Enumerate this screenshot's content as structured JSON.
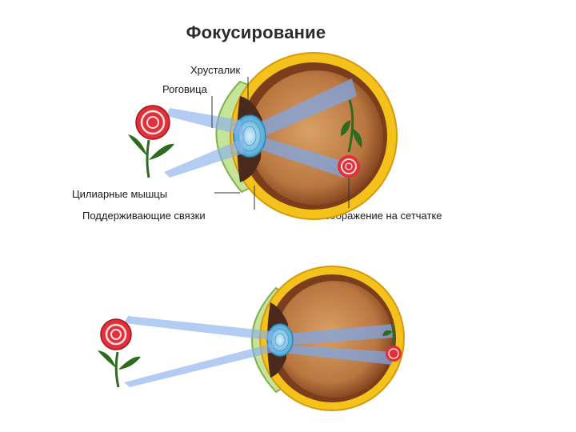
{
  "title": "Фокусирование",
  "labels": {
    "lens": "Хрусталик",
    "cornea": "Роговица",
    "ciliary_muscles": "Цилиарные мышцы",
    "zonules": "Поддерживающие связки",
    "retina_image": "Изображение на сетчатке"
  },
  "colors": {
    "sclera": "#f4c21a",
    "choroid": "#8a4a22",
    "interior": "#c98a52",
    "cornea": "#b9dc8a",
    "lens": "#6ec3e6",
    "light_rays": "#5e8fdc",
    "flower": "#e0303a",
    "stem": "#2d6b1e"
  }
}
